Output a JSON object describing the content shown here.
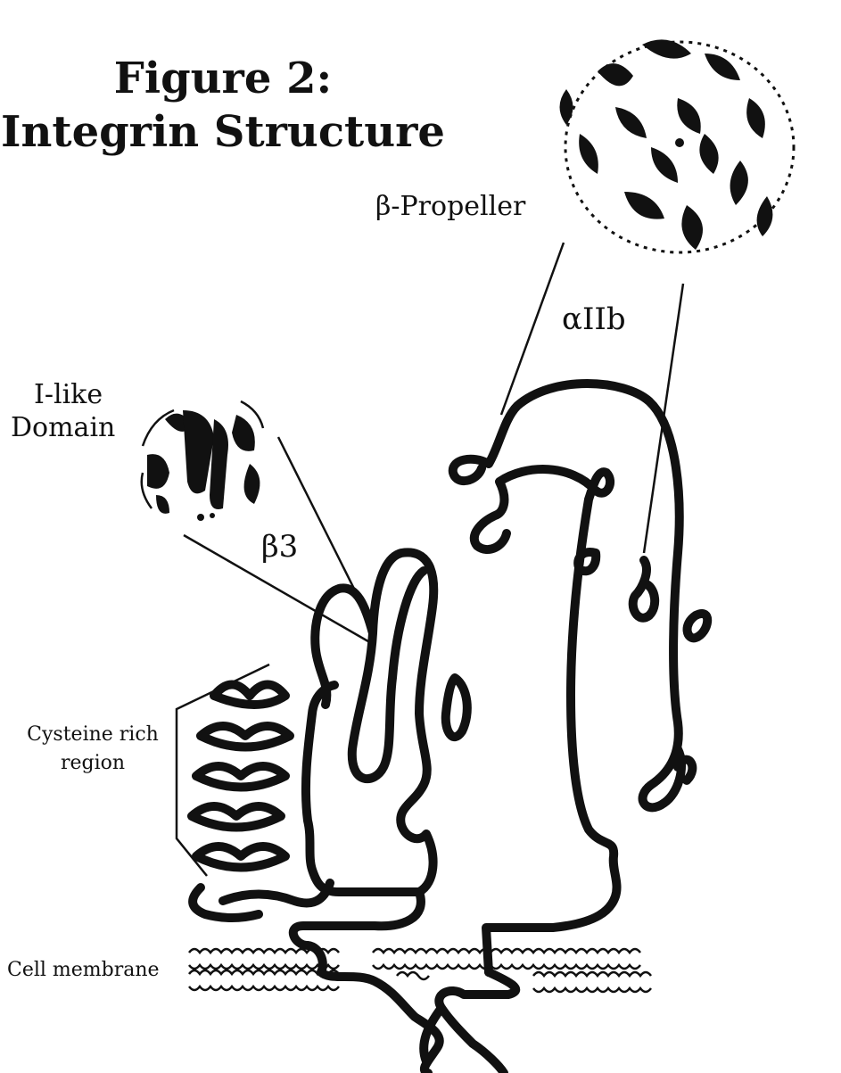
{
  "figure": {
    "title_line1": "Figure 2:",
    "title_line2": "Integrin Structure"
  },
  "labels": {
    "beta_propeller": "β-Propeller",
    "alpha_iib": "αIIb",
    "i_like_line1": "I-like",
    "i_like_line2": "Domain",
    "beta3": "β3",
    "cysteine_line1": "Cysteine rich",
    "cysteine_line2": "region",
    "cell_membrane": "Cell membrane"
  },
  "colors": {
    "ink": "#111111",
    "background": "#ffffff"
  }
}
